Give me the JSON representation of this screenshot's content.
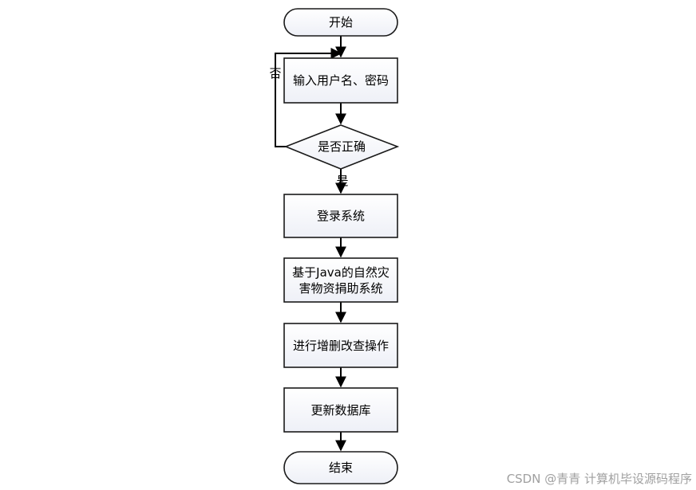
{
  "flowchart": {
    "start": "开始",
    "input": "输入用户名、密码",
    "check": "是否正确",
    "yes_label": "是",
    "no_label": "否",
    "login": "登录系统",
    "system_line1": "基于Java的自然灾",
    "system_line2": "害物资捐助系统",
    "crud": "进行增删改查操作",
    "update_db": "更新数据库",
    "end": "结束"
  },
  "watermark": "CSDN @青青  计算机毕设源码程序"
}
